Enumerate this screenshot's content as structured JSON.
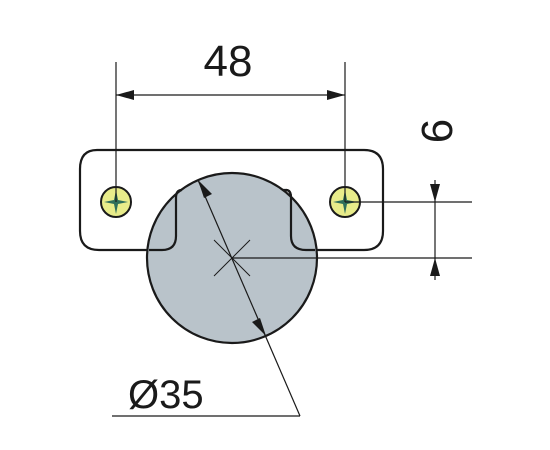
{
  "dimensions": {
    "hole_spacing": "48",
    "screw_offset": "6",
    "cup_diameter": "Ø35"
  },
  "colors": {
    "plate_fill": "#ffffff",
    "cup_fill": "#b9c3ca",
    "screw_fill": "#e8ec8a",
    "screw_slot": "#2e6f5a",
    "line": "#1a1a1a"
  }
}
